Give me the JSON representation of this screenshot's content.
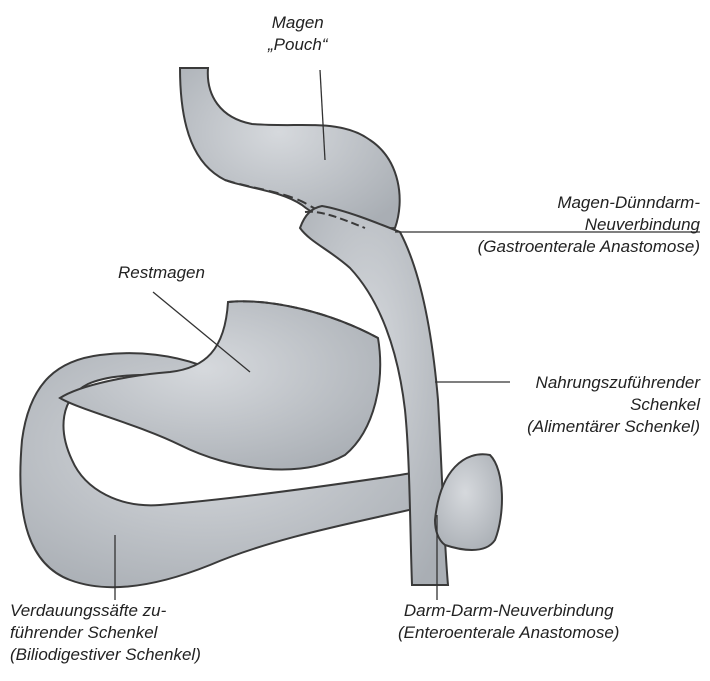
{
  "labels": {
    "pouch": [
      "Magen",
      "„Pouch“"
    ],
    "gastroenteral": [
      "Magen-Dünndarm-",
      "Neuverbindung",
      "(Gastroenterale Anastomose)"
    ],
    "restmagen": [
      "Restmagen"
    ],
    "alimentary": [
      "Nahrungszuführender",
      "Schenkel",
      "(Alimentärer Schenkel)"
    ],
    "biliodigestive": [
      "Verdauungssäfte zu-",
      "führender Schenkel",
      "(Biliodigestiver Schenkel)"
    ],
    "enteroenteral": [
      "Darm-Darm-Neuverbindung",
      "(Enteroenterale Anastomose)"
    ]
  },
  "colors": {
    "organ_fill": "#b8bcc1",
    "organ_light": "#d2d5d9",
    "organ_outline": "#3a3a3a",
    "leader_line": "#333333",
    "text": "#222222"
  }
}
